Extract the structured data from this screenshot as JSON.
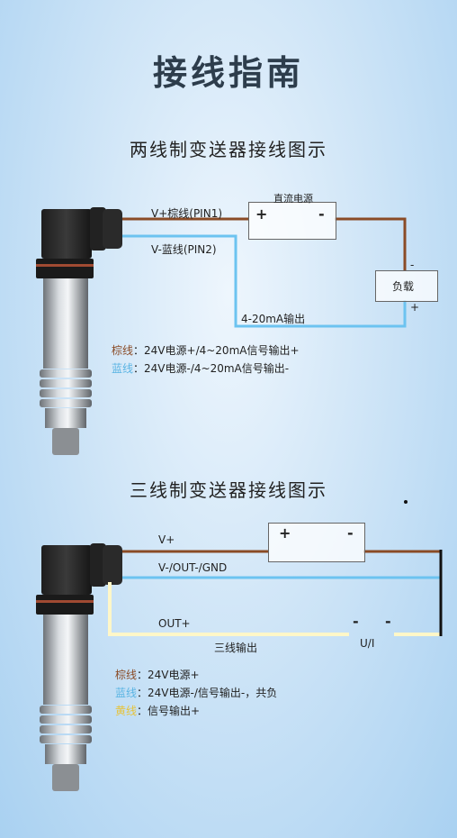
{
  "page": {
    "title": "接线指南"
  },
  "two_wire": {
    "title": "两线制变送器接线图示",
    "power_label": "直流电源",
    "power_plus": "+",
    "power_minus": "-",
    "brown_wire": "V+棕线(PIN1)",
    "blue_wire": "V-蓝线(PIN2)",
    "load_label": "负载",
    "load_minus": "-",
    "load_plus": "+",
    "output_label": "4-20mA输出",
    "legend": [
      {
        "key": "棕线",
        "sep": "：",
        "text": "24V电源+/4~20mA信号输出+"
      },
      {
        "key": "蓝线",
        "sep": "：",
        "text": "24V电源-/4~20mA信号输出-"
      }
    ]
  },
  "three_wire": {
    "title": "三线制变送器接线图示",
    "power_plus": "+",
    "power_minus": "-",
    "v_plus": "V+",
    "v_minus": "V-/OUT-/GND",
    "out_plus": "OUT+",
    "meter_minus_1": "-",
    "meter_minus_2": "-",
    "meter_label": "U/I",
    "output_label": "三线输出",
    "legend": [
      {
        "key": "棕线",
        "sep": "：",
        "text": "24V电源+"
      },
      {
        "key": "蓝线",
        "sep": "：",
        "text": "24V电源-/信号输出-，共负"
      },
      {
        "key": "黄线",
        "sep": "：",
        "text": "信号输出+"
      }
    ]
  },
  "colors": {
    "brown": "#8a4b26",
    "blue": "#6cc3f0",
    "yellow": "#fff7c8",
    "black": "#111111"
  }
}
